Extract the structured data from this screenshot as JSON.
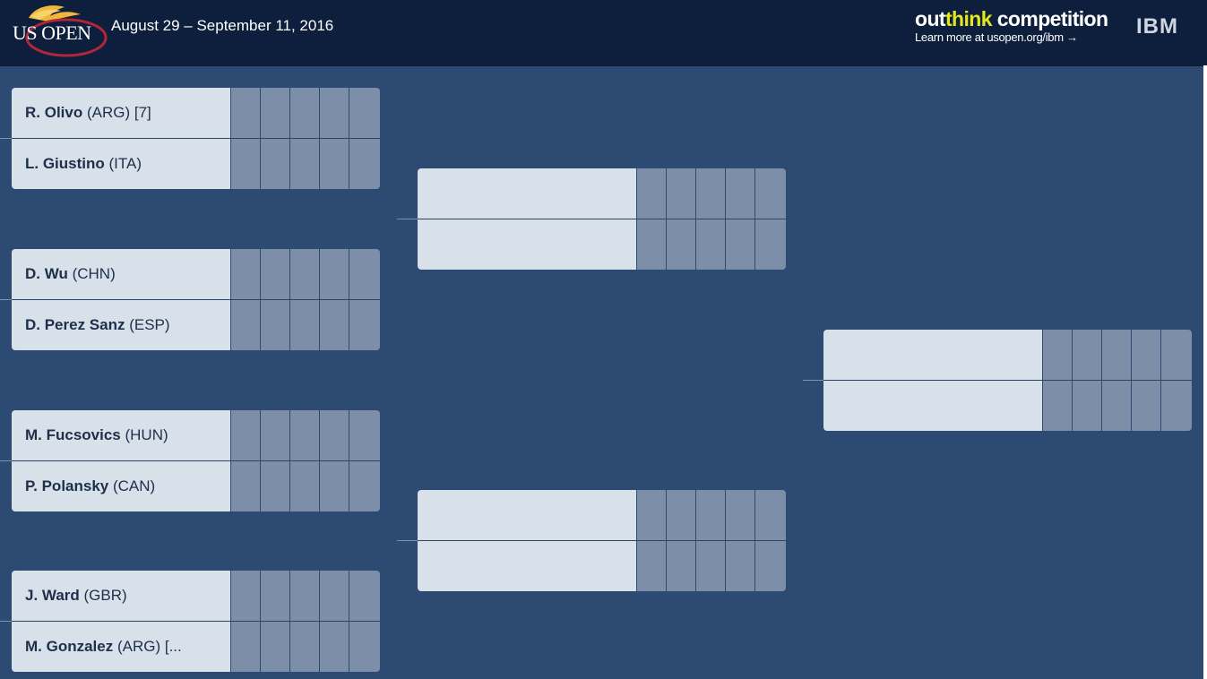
{
  "header": {
    "logo_text": "US OPEN",
    "dates": "August 29 – September 11, 2016",
    "promo_out": "out",
    "promo_think": "think",
    "promo_rest": " competition",
    "promo_sub": "Learn more at usopen.org/ibm  →",
    "ibm": "IBM"
  },
  "round1": [
    {
      "p1_name": "R. Olivo",
      "p1_ctry": "(ARG) [7]",
      "p2_name": "L. Giustino",
      "p2_ctry": "(ITA)"
    },
    {
      "p1_name": "D. Wu",
      "p1_ctry": "(CHN)",
      "p2_name": "D. Perez Sanz",
      "p2_ctry": "(ESP)"
    },
    {
      "p1_name": "M. Fucsovics",
      "p1_ctry": "(HUN)",
      "p2_name": "P. Polansky",
      "p2_ctry": "(CAN)"
    },
    {
      "p1_name": "J. Ward",
      "p1_ctry": "(GBR)",
      "p2_name": "M. Gonzalez",
      "p2_ctry": "(ARG) [..."
    }
  ],
  "round2": [
    {
      "p1_name": "",
      "p1_ctry": "",
      "p2_name": "",
      "p2_ctry": ""
    },
    {
      "p1_name": "",
      "p1_ctry": "",
      "p2_name": "",
      "p2_ctry": ""
    }
  ],
  "round3": [
    {
      "p1_name": "",
      "p1_ctry": "",
      "p2_name": "",
      "p2_ctry": ""
    }
  ],
  "colors": {
    "background": "#2d4a72",
    "header_bg": "#0d1f3c",
    "name_cell": "#d8e0ea",
    "score_cell": "#7d8fa8",
    "accent": "#e3e81d"
  },
  "icons": {
    "logo": "us-open-flame-ball-logo",
    "promo_arrow": "right-arrow-icon"
  }
}
